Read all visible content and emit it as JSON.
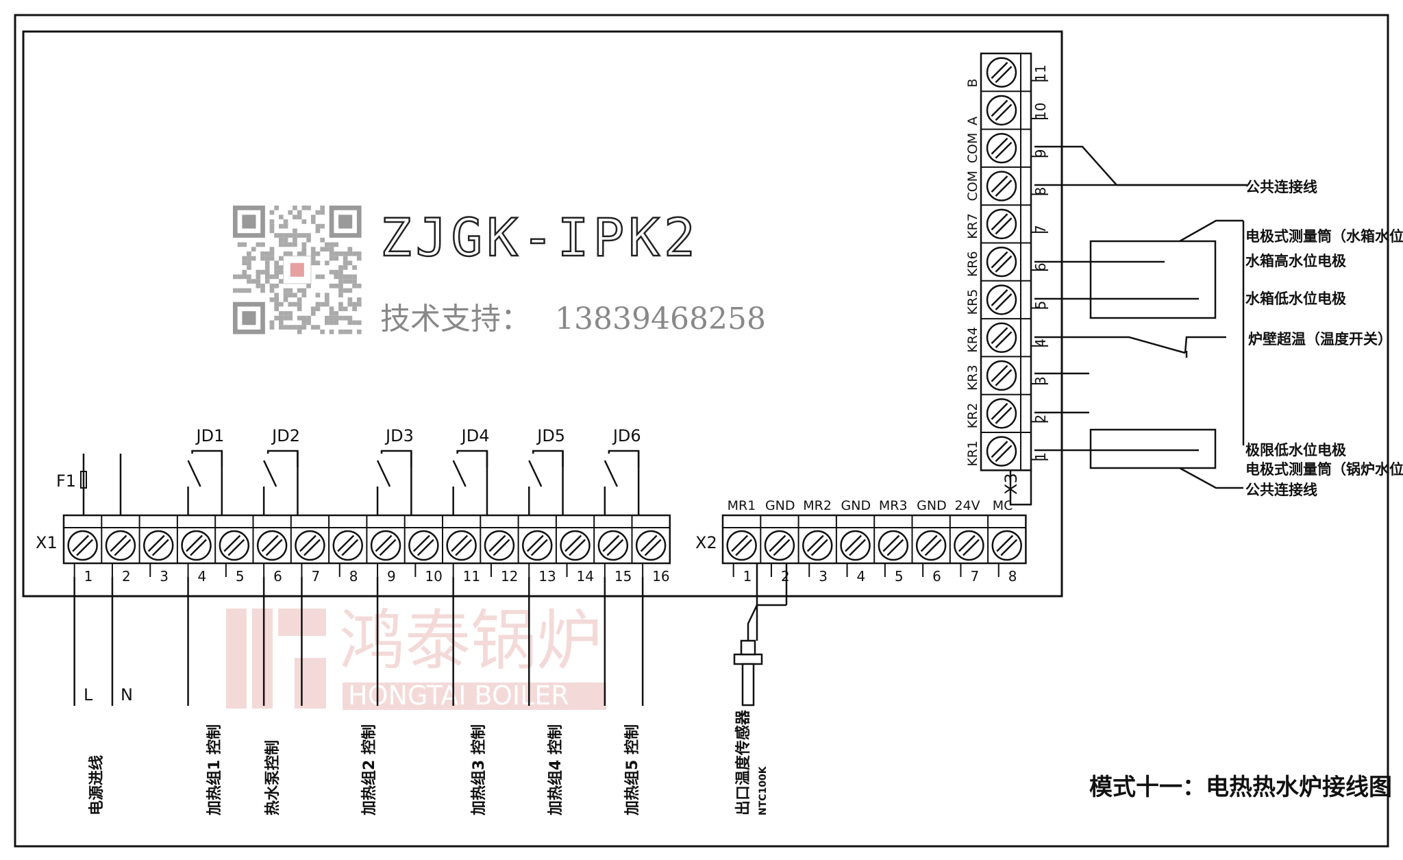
{
  "model": "ZJGK-IPK2",
  "support": {
    "label": "技术支持：",
    "phone": "13839468258"
  },
  "caption": "模式十一：电热热水炉接线图",
  "watermark": {
    "cn": "鸿泰锅炉",
    "en": "HONGTAI BOILER"
  },
  "x1": {
    "label": "X1",
    "fuse": "F1",
    "numbers": [
      "1",
      "2",
      "3",
      "4",
      "5",
      "6",
      "7",
      "8",
      "9",
      "10",
      "11",
      "12",
      "13",
      "14",
      "15",
      "16"
    ],
    "relays": [
      "JD1",
      "JD2",
      "JD3",
      "JD4",
      "JD5",
      "JD6"
    ],
    "lines": [
      "L",
      "N"
    ],
    "outputs": [
      "电源进线",
      "加热组1 控制",
      "热水泵控制",
      "加热组2 控制",
      "加热组3 控制",
      "加热组4 控制",
      "加热组5 控制"
    ]
  },
  "x2": {
    "label": "X2",
    "top_labels": [
      "MR1",
      "GND",
      "MR2",
      "GND",
      "MR3",
      "GND",
      "24V",
      "MC"
    ],
    "numbers": [
      "1",
      "2",
      "3",
      "4",
      "5",
      "6",
      "7",
      "8"
    ],
    "sensor": "出口温度传感器",
    "sensor_type": "NTC100K"
  },
  "x3": {
    "label": "X3",
    "terminals": [
      {
        "num": "11",
        "name": "B"
      },
      {
        "num": "10",
        "name": "A"
      },
      {
        "num": "9",
        "name": "COM"
      },
      {
        "num": "8",
        "name": "COM"
      },
      {
        "num": "7",
        "name": "KR7"
      },
      {
        "num": "6",
        "name": "KR6"
      },
      {
        "num": "5",
        "name": "KR5"
      },
      {
        "num": "4",
        "name": "KR4"
      },
      {
        "num": "3",
        "name": "KR3"
      },
      {
        "num": "2",
        "name": "KR2"
      },
      {
        "num": "1",
        "name": "KR1"
      }
    ]
  },
  "annotations": {
    "common_top": "公共连接线",
    "tank_cylinder": "电极式测量筒（水箱水位）",
    "tank_high": "水箱高水位电极",
    "tank_low": "水箱低水位电极",
    "overtemp": "炉壁超温（温度开关）",
    "limit_low": "极限低水位电极",
    "boiler_cylinder": "电极式测量筒（锅炉水位）",
    "common_bottom": "公共连接线"
  }
}
